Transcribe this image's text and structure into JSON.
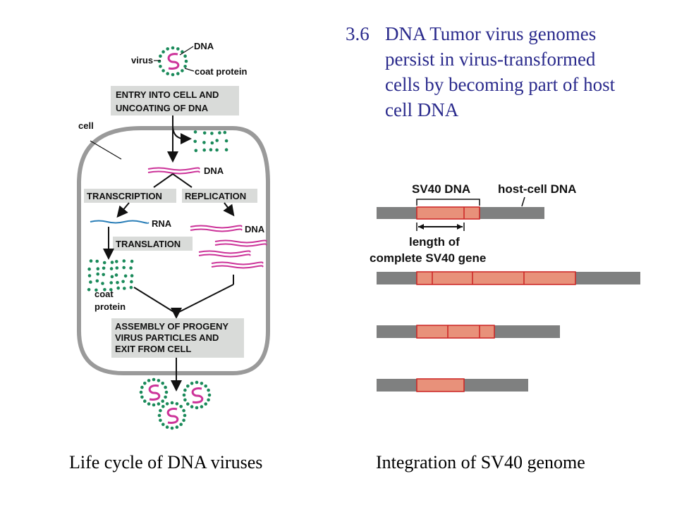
{
  "title": {
    "number": "3.6",
    "lines": [
      "DNA Tumor virus genomes",
      "persist in virus-transformed",
      "cells by becoming part of host",
      "cell DNA"
    ]
  },
  "left_diagram": {
    "labels": {
      "dna_top": "DNA",
      "virus": "virus",
      "coat_protein_top": "coat protein",
      "cell": "cell",
      "dna_mid": "DNA",
      "rna": "RNA",
      "dna_right": "DNA",
      "coat": "coat",
      "protein": "protein"
    },
    "boxes": {
      "entry": [
        "ENTRY INTO CELL AND",
        "UNCOATING OF DNA"
      ],
      "transcription": "TRANSCRIPTION",
      "replication": "REPLICATION",
      "translation": "TRANSLATION",
      "assembly": [
        "ASSEMBLY OF PROGENY",
        "VIRUS PARTICLES AND",
        "EXIT FROM CELL"
      ]
    },
    "colors": {
      "dna": "#cc3399",
      "rna": "#2b7fb8",
      "coat": "#1a8a5a",
      "box": "#d9dbd9",
      "cell_wall": "#999999"
    }
  },
  "right_diagram": {
    "labels": {
      "sv40_dna": "SV40 DNA",
      "host_cell_dna": "host-cell DNA",
      "length_of": "length of",
      "complete_gene": "complete SV40 gene"
    },
    "colors": {
      "host": "#7f8080",
      "sv40": "#e8917a",
      "sv40_border": "#cc2222"
    }
  },
  "captions": {
    "left": "Life cycle of DNA viruses",
    "right": "Integration of SV40 genome"
  }
}
